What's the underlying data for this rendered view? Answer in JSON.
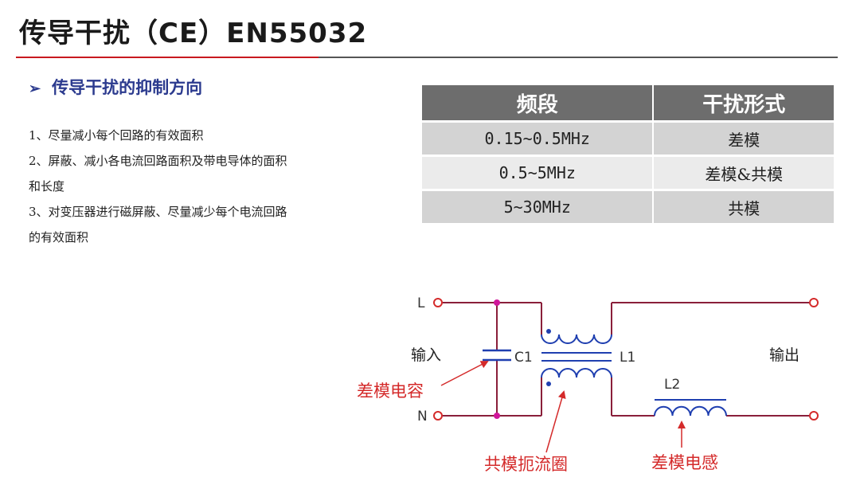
{
  "title": "传导干扰（CE）EN55032",
  "section": {
    "arrow": "➢",
    "heading": "传导干扰的抑制方向"
  },
  "items": [
    "1、尽量减小每个回路的有效面积",
    "2、屏蔽、减小各电流回路面积及带电导体的面积",
    "和长度",
    "3、对变压器进行磁屏蔽、尽量减少每个电流回路",
    "的有效面积"
  ],
  "table": {
    "headers": [
      "频段",
      "干扰形式"
    ],
    "rows": [
      [
        "0.15~0.5MHz",
        "差模"
      ],
      [
        "0.5~5MHz",
        "差模&共模"
      ],
      [
        "5~30MHz",
        "共模"
      ]
    ]
  },
  "circuit": {
    "terminal_L": "L",
    "terminal_N": "N",
    "input": "输入",
    "output": "输出",
    "c1": "C1",
    "l1": "L1",
    "l2": "L2",
    "annotation_cap": "差模电容",
    "annotation_cm_choke": "共模扼流圈",
    "annotation_dm_inductor": "差模电感"
  },
  "colors": {
    "accent_red": "#c8191f",
    "heading_blue": "#2b3a8e",
    "wire": "#8a1f3a",
    "coil_blue": "#1f3fb0",
    "node_magenta": "#d0169a",
    "table_header": "#6d6d6d"
  }
}
